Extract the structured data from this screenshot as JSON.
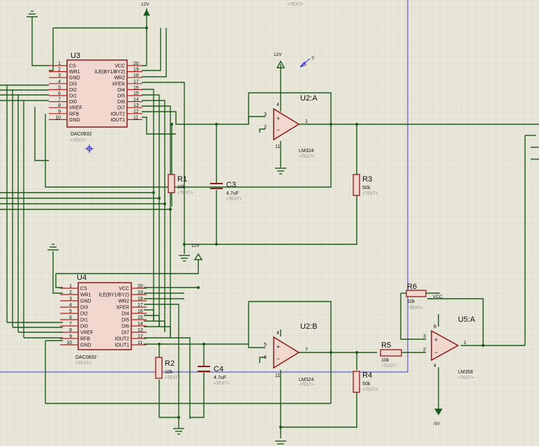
{
  "top_text": "<TEXT>",
  "u3": {
    "ref": "U3",
    "part": "DAC0832",
    "text": "<TEXT>",
    "left_pins": [
      {
        "num": "1",
        "name": "CS"
      },
      {
        "num": "2",
        "name": "WR1"
      },
      {
        "num": "3",
        "name": "GND"
      },
      {
        "num": "4",
        "name": "DI3"
      },
      {
        "num": "5",
        "name": "DI2"
      },
      {
        "num": "6",
        "name": "DI1"
      },
      {
        "num": "7",
        "name": "DI0"
      },
      {
        "num": "8",
        "name": "VREF"
      },
      {
        "num": "9",
        "name": "RFB"
      },
      {
        "num": "10",
        "name": "GND"
      }
    ],
    "right_pins": [
      {
        "num": "20",
        "name": "VCC"
      },
      {
        "num": "19",
        "name": "ILE(BY1/BY2)"
      },
      {
        "num": "18",
        "name": "WR2"
      },
      {
        "num": "17",
        "name": "XFER"
      },
      {
        "num": "16",
        "name": "DI4"
      },
      {
        "num": "15",
        "name": "DI5"
      },
      {
        "num": "14",
        "name": "DI6"
      },
      {
        "num": "13",
        "name": "DI7"
      },
      {
        "num": "12",
        "name": "IOUT2"
      },
      {
        "num": "11",
        "name": "IOUT1"
      }
    ]
  },
  "u4": {
    "ref": "U4",
    "part": "DAC0832",
    "text": "<TEXT>",
    "left_pins": [
      {
        "num": "1",
        "name": "CS"
      },
      {
        "num": "2",
        "name": "WR1"
      },
      {
        "num": "3",
        "name": "GND"
      },
      {
        "num": "4",
        "name": "DI3"
      },
      {
        "num": "5",
        "name": "DI2"
      },
      {
        "num": "6",
        "name": "DI1"
      },
      {
        "num": "7",
        "name": "DI0"
      },
      {
        "num": "8",
        "name": "VREF"
      },
      {
        "num": "9",
        "name": "RFB"
      },
      {
        "num": "10",
        "name": "GND"
      }
    ],
    "right_pins": [
      {
        "num": "20",
        "name": "VCC"
      },
      {
        "num": "19",
        "name": "ILE(BY1/BY2)"
      },
      {
        "num": "18",
        "name": "WR2"
      },
      {
        "num": "17",
        "name": "XFER"
      },
      {
        "num": "16",
        "name": "DI4"
      },
      {
        "num": "15",
        "name": "DI5"
      },
      {
        "num": "14",
        "name": "DI6"
      },
      {
        "num": "13",
        "name": "DI7"
      },
      {
        "num": "12",
        "name": "IOUT2"
      },
      {
        "num": "11",
        "name": "IOUT1"
      }
    ]
  },
  "u2a": {
    "ref": "U2:A",
    "part": "LM324",
    "text": "<TEXT>",
    "pins": {
      "in_pos": "3",
      "in_neg": "2",
      "out": "1",
      "vcc": "4",
      "vee": "11"
    }
  },
  "u2b": {
    "ref": "U2:B",
    "part": "LM324",
    "text": "<TEXT>",
    "pins": {
      "in_pos": "5",
      "in_neg": "6",
      "out": "7",
      "vcc": "4",
      "vee": "11"
    }
  },
  "u5a": {
    "ref": "U5:A",
    "part": "LM358",
    "text": "<TEXT>",
    "pins": {
      "in_pos": "3",
      "in_neg": "2",
      "out": "1",
      "vcc": "8",
      "vee": "4"
    }
  },
  "r1": {
    "ref": "R1",
    "value": "10k",
    "text": "<TEXT>"
  },
  "r2": {
    "ref": "R2",
    "value": "10k",
    "text": "<TEXT>"
  },
  "r3": {
    "ref": "R3",
    "value": "50k",
    "text": "<TEXT>"
  },
  "r4": {
    "ref": "R4",
    "value": "50k",
    "text": "<TEXT>"
  },
  "r5": {
    "ref": "R5",
    "value": "10k",
    "text": "<TEXT>"
  },
  "r6": {
    "ref": "R6",
    "value": "10k",
    "text": "<TEXT>"
  },
  "c3": {
    "ref": "C3",
    "value": "4.7uF",
    "text": "<TEXT>"
  },
  "c4": {
    "ref": "C4",
    "value": "4.7uF",
    "text": "<TEXT>"
  },
  "power": {
    "v12_top": "12V",
    "v12_mid": "12V",
    "v12_bus": "12V",
    "vcc": "VCC",
    "neg5": "-5V"
  },
  "probe_label": "?"
}
